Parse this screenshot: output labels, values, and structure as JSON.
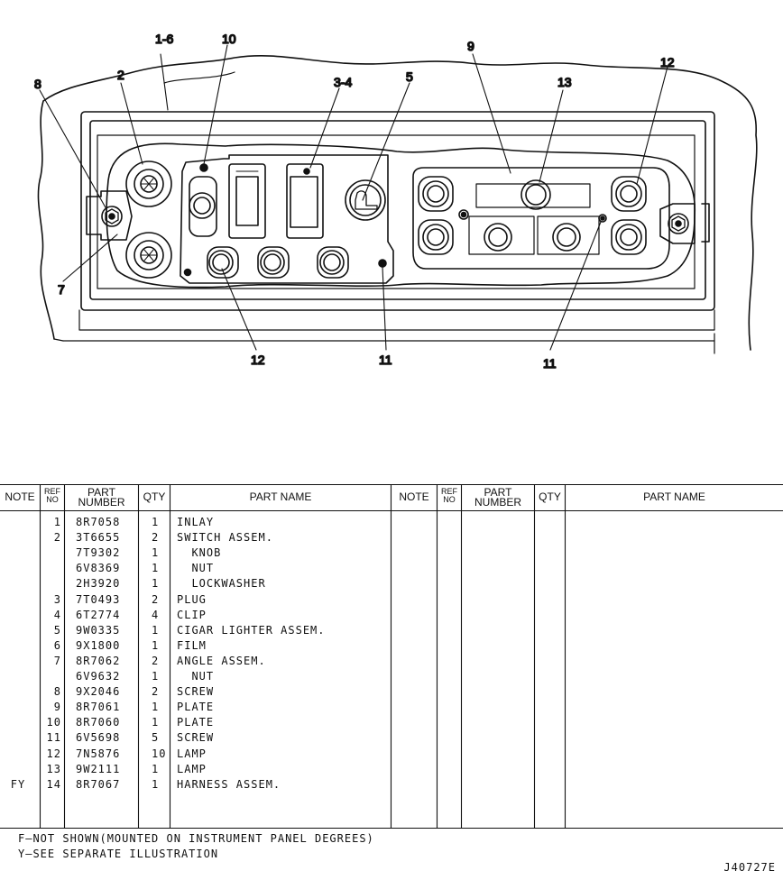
{
  "illustration": {
    "callouts": {
      "c1": "1-6",
      "c2": "2",
      "c3": "3-4",
      "c5": "5",
      "c7": "7",
      "c8": "8",
      "c9": "9",
      "c10": "10",
      "c11a": "11",
      "c11b": "11",
      "c12a": "12",
      "c12b": "12",
      "c13": "13"
    }
  },
  "table": {
    "headers": {
      "note": "NOTE",
      "ref_line1": "REF",
      "ref_line2": "NO",
      "part_line1": "PART",
      "part_line2": "NUMBER",
      "qty": "QTY",
      "name": "PART NAME"
    },
    "rows": [
      {
        "note": "",
        "ref": "1",
        "part": "8R7058",
        "qty": "1",
        "name": "INLAY"
      },
      {
        "note": "",
        "ref": "2",
        "part": "3T6655",
        "qty": "2",
        "name": "SWITCH ASSEM."
      },
      {
        "note": "",
        "ref": "",
        "part": "7T9302",
        "qty": "1",
        "name": "  KNOB"
      },
      {
        "note": "",
        "ref": "",
        "part": "6V8369",
        "qty": "1",
        "name": "  NUT"
      },
      {
        "note": "",
        "ref": "",
        "part": "2H3920",
        "qty": "1",
        "name": "  LOCKWASHER"
      },
      {
        "note": "",
        "ref": "3",
        "part": "7T0493",
        "qty": "2",
        "name": "PLUG"
      },
      {
        "note": "",
        "ref": "4",
        "part": "6T2774",
        "qty": "4",
        "name": "CLIP"
      },
      {
        "note": "",
        "ref": "5",
        "part": "9W0335",
        "qty": "1",
        "name": "CIGAR LIGHTER ASSEM."
      },
      {
        "note": "",
        "ref": "6",
        "part": "9X1800",
        "qty": "1",
        "name": "FILM"
      },
      {
        "note": "",
        "ref": "7",
        "part": "8R7062",
        "qty": "2",
        "name": "ANGLE ASSEM."
      },
      {
        "note": "",
        "ref": "",
        "part": "6V9632",
        "qty": "1",
        "name": "  NUT"
      },
      {
        "note": "",
        "ref": "8",
        "part": "9X2046",
        "qty": "2",
        "name": "SCREW"
      },
      {
        "note": "",
        "ref": "9",
        "part": "8R7061",
        "qty": "1",
        "name": "PLATE"
      },
      {
        "note": "",
        "ref": "10",
        "part": "8R7060",
        "qty": "1",
        "name": "PLATE"
      },
      {
        "note": "",
        "ref": "11",
        "part": "6V5698",
        "qty": "5",
        "name": "SCREW"
      },
      {
        "note": "",
        "ref": "12",
        "part": "7N5876",
        "qty": "10",
        "name": "LAMP"
      },
      {
        "note": "",
        "ref": "13",
        "part": "9W2111",
        "qty": "1",
        "name": "LAMP"
      },
      {
        "note": "FY",
        "ref": "14",
        "part": "8R7067",
        "qty": "1",
        "name": "HARNESS ASSEM."
      }
    ]
  },
  "footnotes": {
    "f": "F—NOT SHOWN(MOUNTED ON INSTRUMENT PANEL DEGREES)",
    "y": "Y—SEE SEPARATE ILLUSTRATION"
  },
  "drawing_id": "J40727E"
}
